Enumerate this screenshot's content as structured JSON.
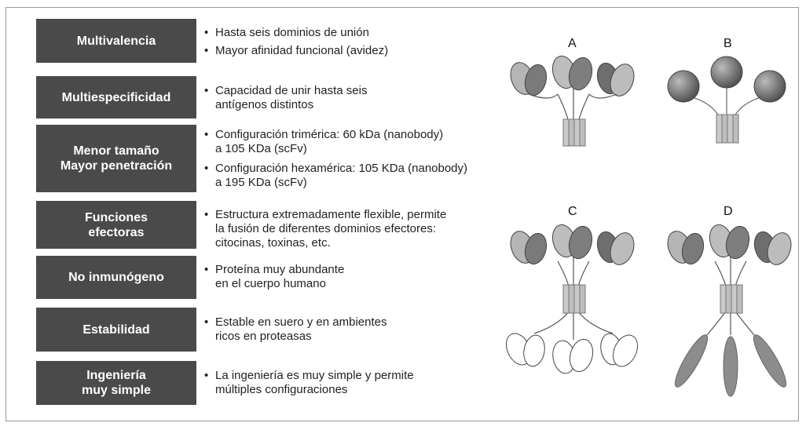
{
  "rows": [
    {
      "label": [
        "Multivalencia"
      ],
      "bullets": [
        [
          "Hasta seis dominios de unión"
        ],
        [
          "Mayor afinidad funcional (avidez)"
        ]
      ]
    },
    {
      "label": [
        "Multiespecificidad"
      ],
      "bullets": [
        [
          "Capacidad de unir hasta seis",
          "antígenos distintos"
        ]
      ]
    },
    {
      "label": [
        "Menor tamaño",
        "Mayor penetración"
      ],
      "bullets": [
        [
          "Configuración trimérica: 60 kDa (nanobody)",
          "a 105 KDa (scFv)"
        ],
        [
          "Configuración hexamérica: 105 KDa (nanobody)",
          "a 195 KDa (scFv)"
        ]
      ]
    },
    {
      "label": [
        "Funciones",
        "efectoras"
      ],
      "bullets": [
        [
          "Estructura extremadamente flexible, permite",
          "la fusión de diferentes dominios efectores:",
          "citocinas, toxinas, etc."
        ]
      ]
    },
    {
      "label": [
        "No inmunógeno"
      ],
      "bullets": [
        [
          "Proteína muy abundante",
          "en el cuerpo humano"
        ]
      ]
    },
    {
      "label": [
        "Estabilidad"
      ],
      "bullets": [
        [
          "Estable en suero y en ambientes",
          "ricos en proteasas"
        ]
      ]
    },
    {
      "label": [
        "Ingeniería",
        "muy simple"
      ],
      "bullets": [
        [
          "La ingeniería es muy simple y permite",
          "múltiples configuraciones"
        ]
      ]
    }
  ],
  "diagrams": {
    "a": {
      "letter": "A"
    },
    "b": {
      "letter": "B"
    },
    "c": {
      "letter": "C"
    },
    "d": {
      "letter": "D"
    }
  },
  "colors": {
    "label_bg": "#4a4a4a",
    "label_text": "#ffffff",
    "domain_light": "#b8b8b8",
    "domain_dark": "#6a6a6a",
    "effector": "#8c8c8c"
  }
}
